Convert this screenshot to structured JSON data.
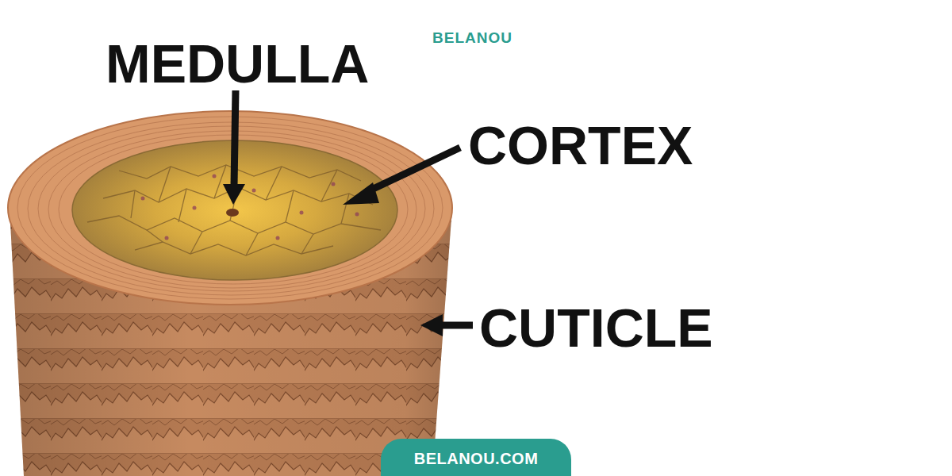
{
  "diagram": {
    "nodes": [
      {
        "text": [
          "BELANOU.COM"
        ]
      }
    ],
    "labels": [
      "MEDULLA",
      "CORTEX",
      "CUTICLE",
      "BELANOU"
    ]
  }
}
